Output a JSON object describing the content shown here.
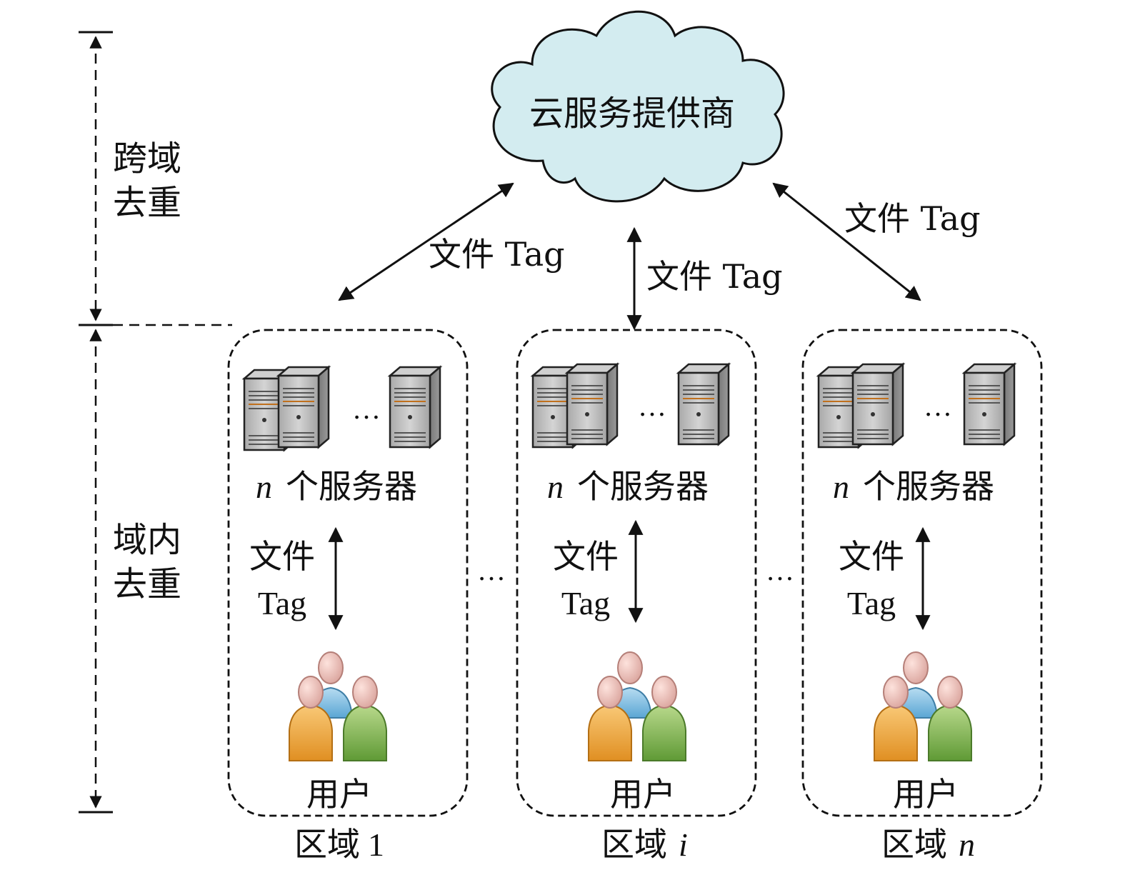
{
  "cloud": {
    "label": "云服务提供商"
  },
  "side_labels": {
    "cross_domain": [
      "跨域",
      "去重"
    ],
    "intra_domain": [
      "域内",
      "去重"
    ]
  },
  "top_links": [
    {
      "label": "文件 Tag"
    },
    {
      "label": "文件 Tag"
    },
    {
      "label": "文件 Tag"
    }
  ],
  "regions": [
    {
      "servers_prefix": "n",
      "servers_label": "个服务器",
      "link_line1": "文件",
      "link_line2": "Tag",
      "users_label": "用户",
      "region_prefix": "区域",
      "region_index": "1",
      "region_index_italic": false
    },
    {
      "servers_prefix": "n",
      "servers_label": "个服务器",
      "link_line1": "文件",
      "link_line2": "Tag",
      "users_label": "用户",
      "region_prefix": "区域",
      "region_index": "i",
      "region_index_italic": true
    },
    {
      "servers_prefix": "n",
      "servers_label": "个服务器",
      "link_line1": "文件",
      "link_line2": "Tag",
      "users_label": "用户",
      "region_prefix": "区域",
      "region_index": "n",
      "region_index_italic": true
    }
  ],
  "ellipsis": "…",
  "colors": {
    "cloud_fill": "#d3ecf0",
    "server_body": "#b8b8b8",
    "user_orange": "#f0a847",
    "user_blue": "#7fbfe2",
    "user_green": "#8fba5a",
    "skin": "#f2c6c0"
  }
}
